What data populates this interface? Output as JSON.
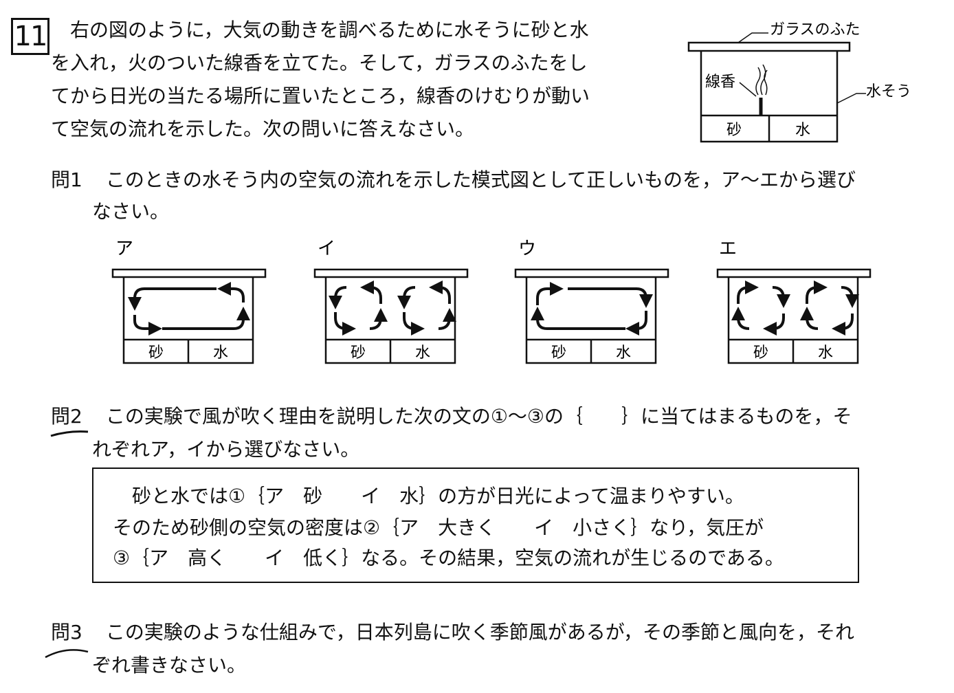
{
  "problem_number": "11",
  "intro": {
    "lines": [
      "右の図のように，大気の動きを調べるために水そうに砂と水",
      "を入れ，火のついた線香を立てた。そして，ガラスのふたをし",
      "てから日光の当たる場所に置いたところ，線香のけむりが動い",
      "て空気の流れを示した。次の問いに答えなさい。"
    ]
  },
  "setup_diagram": {
    "lid_label": "ガラスのふた",
    "incense_label": "線香",
    "tank_label": "水そう",
    "sand_label": "砂",
    "water_label": "水"
  },
  "q1": {
    "label": "問1",
    "line1": "このときの水そう内の空気の流れを示した模式図として正しいものを，ア～エから選び",
    "line2": "なさい。",
    "options": [
      {
        "label": "ア",
        "sand": "砂",
        "water": "水"
      },
      {
        "label": "イ",
        "sand": "砂",
        "water": "水"
      },
      {
        "label": "ウ",
        "sand": "砂",
        "water": "水"
      },
      {
        "label": "エ",
        "sand": "砂",
        "water": "水"
      }
    ]
  },
  "q2": {
    "label": "問2",
    "line1": "この実験で風が吹く理由を説明した次の文の①～③の｛　　｝に当てはまるものを，そ",
    "line2": "れぞれア，イから選びなさい。",
    "box_lines": [
      "砂と水では①｛ア　砂　　イ　水｝の方が日光によって温まりやすい。",
      "そのため砂側の空気の密度は②｛ア　大きく　　イ　小さく｝なり，気圧が",
      "③｛ア　高く　　イ　低く｝なる。その結果，空気の流れが生じるのである。"
    ]
  },
  "q3": {
    "label": "問3",
    "line1": "この実験のような仕組みで，日本列島に吹く季節風があるが，その季節と風向を，それ",
    "line2": "ぞれ書きなさい。"
  }
}
